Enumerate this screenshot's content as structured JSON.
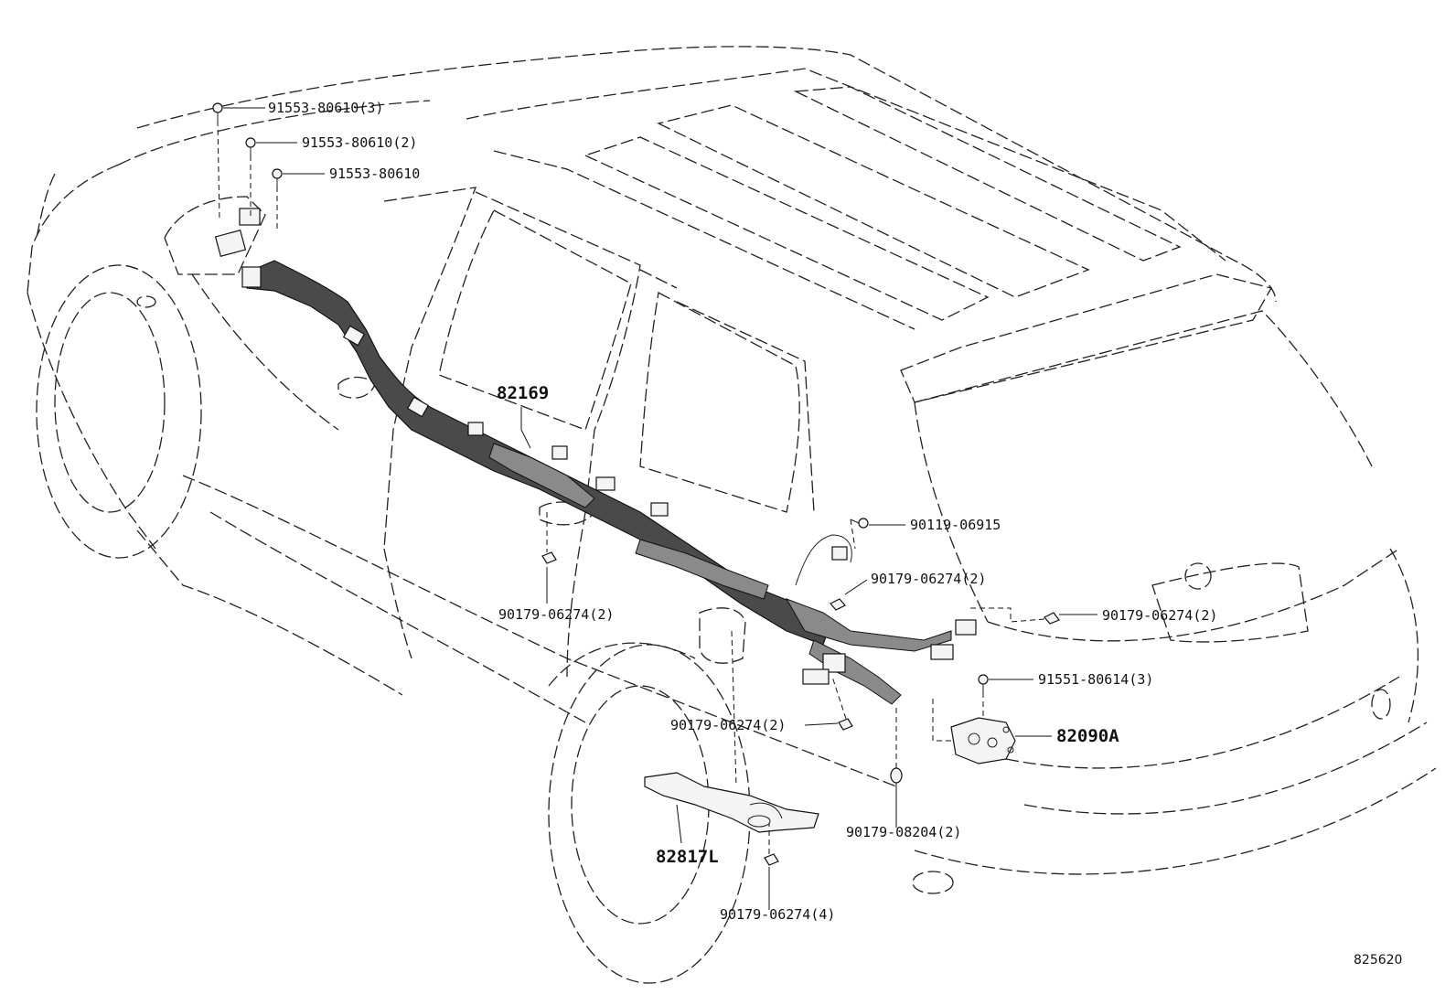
{
  "diagram": {
    "figure_id": "825620",
    "callouts": [
      {
        "id": "c1",
        "text": "91553-80610(3)"
      },
      {
        "id": "c2",
        "text": "91553-80610(2)"
      },
      {
        "id": "c3",
        "text": "91553-80610"
      },
      {
        "id": "c4",
        "text": "82169",
        "emphasis": true
      },
      {
        "id": "c5",
        "text": "90119-06915"
      },
      {
        "id": "c6",
        "text": "90179-06274(2)"
      },
      {
        "id": "c7",
        "text": "90179-06274(2)"
      },
      {
        "id": "c8",
        "text": "90179-06274(2)"
      },
      {
        "id": "c9",
        "text": "91551-80614(3)"
      },
      {
        "id": "c10",
        "text": "82090A",
        "emphasis": true
      },
      {
        "id": "c11",
        "text": "90179-06274(2)"
      },
      {
        "id": "c12",
        "text": "90179-08204(2)"
      },
      {
        "id": "c13",
        "text": "82817L",
        "emphasis": true
      },
      {
        "id": "c14",
        "text": "90179-06274(4)"
      }
    ]
  }
}
